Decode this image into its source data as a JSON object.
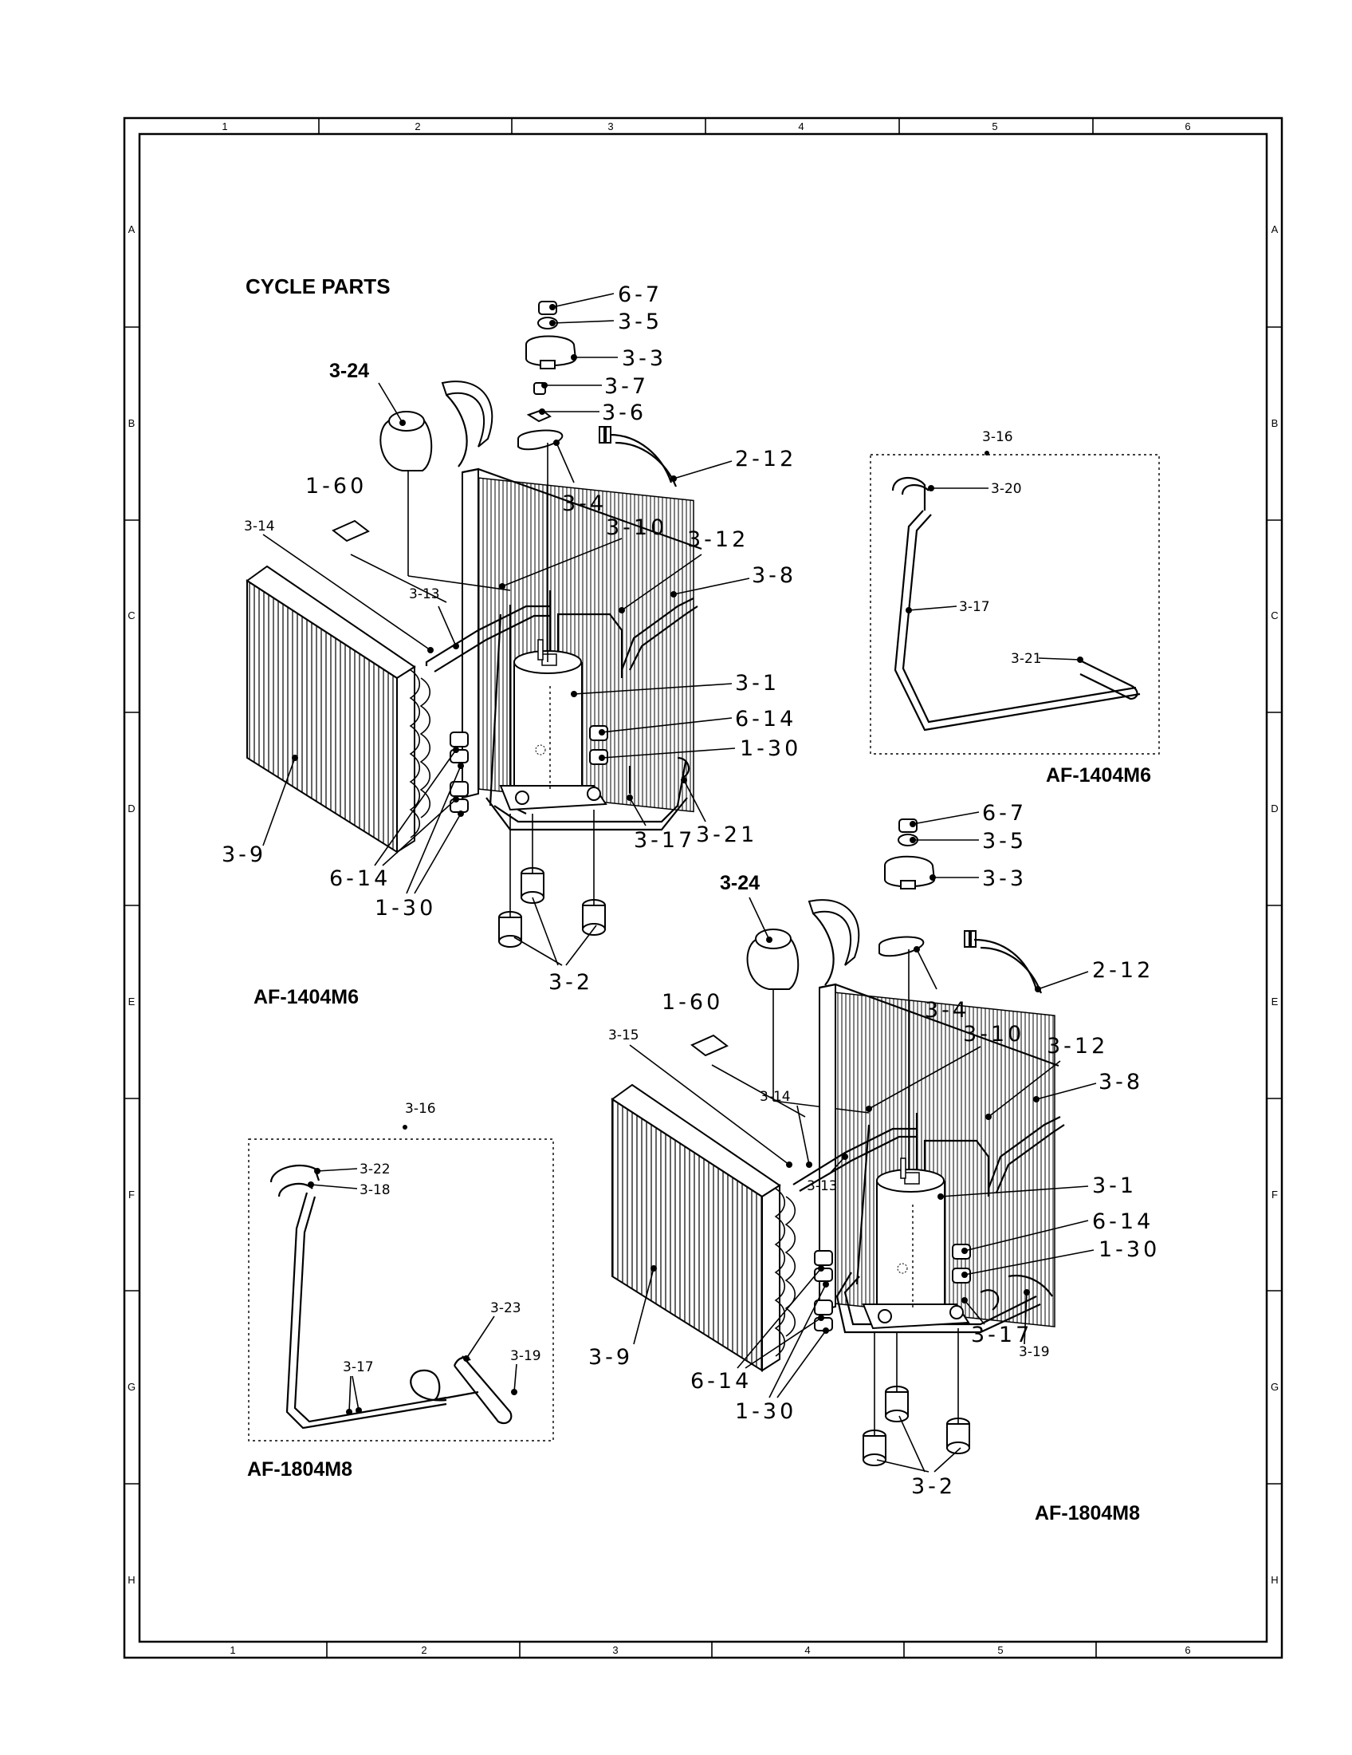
{
  "page": {
    "title": "CYCLE PARTS",
    "frame": {
      "columns": [
        "1",
        "2",
        "3",
        "4",
        "5",
        "6"
      ],
      "rows": [
        "A",
        "B",
        "C",
        "D",
        "E",
        "F",
        "G",
        "H"
      ]
    }
  },
  "upper_assembly": {
    "model": "AF-1404M6",
    "callouts": {
      "c67": "6-7",
      "c35": "3-5",
      "c33": "3-3",
      "c37": "3-7",
      "c36": "3-6",
      "c324": "3-24",
      "c212": "2-12",
      "c160": "1-60",
      "c34": "3-4",
      "c314": "3-14",
      "c310": "3-10",
      "c312": "3-12",
      "c38": "3-8",
      "c313": "3-13",
      "c31": "3-1",
      "c614a": "6-14",
      "c130a": "1-30",
      "c39": "3-9",
      "c317": "3-17",
      "c321": "3-21",
      "c614b": "6-14",
      "c130b": "1-30",
      "c32": "3-2"
    }
  },
  "inset_1404": {
    "group": "3-16",
    "c320": "3-20",
    "c317": "3-17",
    "c321": "3-21",
    "model": "AF-1404M6"
  },
  "lower_assembly": {
    "model": "AF-1804M8",
    "callouts": {
      "c67": "6-7",
      "c35": "3-5",
      "c33": "3-3",
      "c324": "3-24",
      "c212": "2-12",
      "c34": "3-4",
      "c160": "1-60",
      "c310": "3-10",
      "c315": "3-15",
      "c312": "3-12",
      "c38": "3-8",
      "c314": "3-14",
      "c313": "3-13",
      "c31": "3-1",
      "c614a": "6-14",
      "c130a": "1-30",
      "c317": "3-17",
      "c319": "3-19",
      "c39": "3-9",
      "c614b": "6-14",
      "c130b": "1-30",
      "c32": "3-2"
    }
  },
  "inset_1804": {
    "group": "3-16",
    "c322": "3-22",
    "c318": "3-18",
    "c323": "3-23",
    "c317": "3-17",
    "c319": "3-19",
    "model": "AF-1804M8"
  }
}
